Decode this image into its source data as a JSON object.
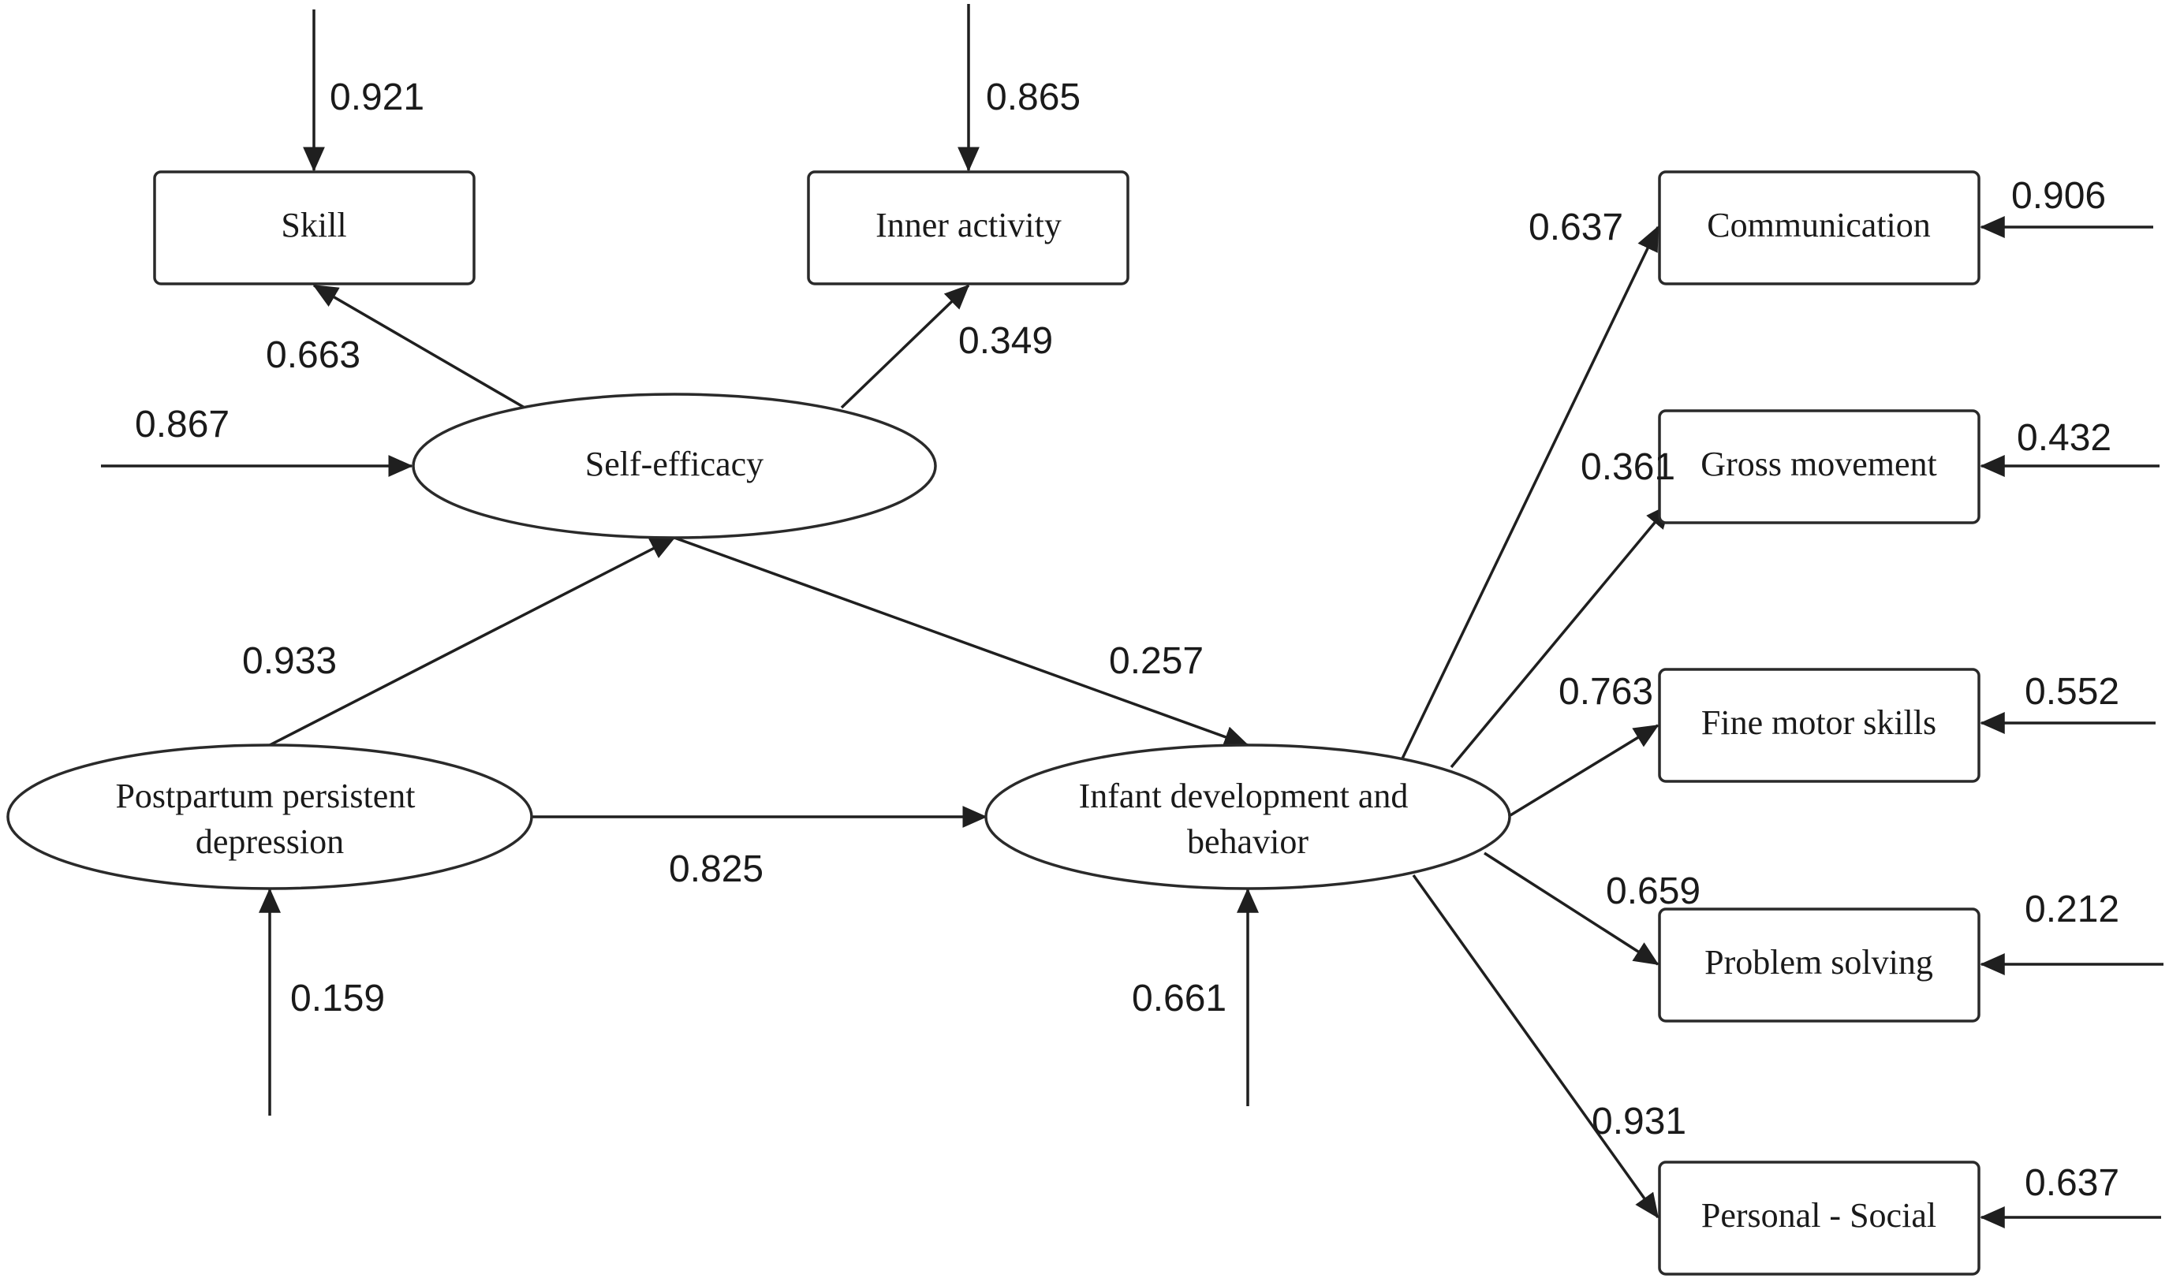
{
  "nodes": {
    "skill": "Skill",
    "inner_activity": "Inner activity",
    "self_efficacy": "Self-efficacy",
    "postpartum": [
      "Postpartum persistent",
      "depression"
    ],
    "infant": [
      "Infant development and",
      "behavior"
    ],
    "communication": "Communication",
    "gross_movement": "Gross movement",
    "fine_motor": "Fine motor skills",
    "problem_solving": "Problem solving",
    "personal_social": "Personal - Social"
  },
  "coefficients": {
    "skill_error": "0.921",
    "inner_error": "0.865",
    "self_to_skill": "0.663",
    "self_to_inner": "0.349",
    "self_error": "0.867",
    "postpartum_to_self": "0.933",
    "self_to_infant": "0.257",
    "postpartum_to_infant": "0.825",
    "postpartum_error": "0.159",
    "infant_error": "0.661",
    "infant_to_communication": "0.637",
    "infant_to_gross": "0.361",
    "infant_to_fine": "0.763",
    "infant_to_problem": "0.659",
    "infant_to_personal": "0.931",
    "communication_error": "0.906",
    "gross_error": "0.432",
    "fine_error": "0.552",
    "problem_error": "0.212",
    "personal_error": "0.637"
  },
  "colors": {
    "stroke": "#1f1f1f",
    "text": "#1a1a1a",
    "background": "#ffffff"
  }
}
